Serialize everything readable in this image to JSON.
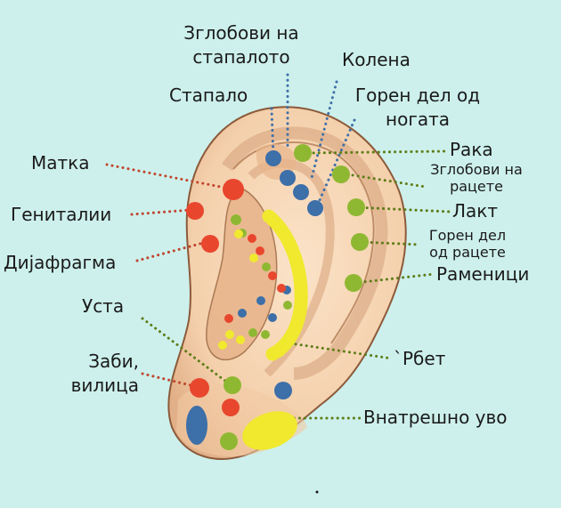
{
  "labels": {
    "toe_joints": [
      "Зглобови на",
      "стапалото"
    ],
    "knee": "Колена",
    "foot": "Стапало",
    "upper_leg": [
      "Горен дел од",
      "ногата"
    ],
    "uterus": "Матка",
    "hand": "Рака",
    "finger_joints": [
      "Зглобови на",
      "рацете"
    ],
    "genitals": "Гениталии",
    "elbow": "Лакт",
    "upper_arm": [
      "Горен дел",
      "од рацете"
    ],
    "diaphragm": "Дијафрагма",
    "shoulders": "Рамениц​и",
    "mouth": "Уста",
    "spine": "`Рбет",
    "teeth_jaw": [
      "Заби,",
      "вилица"
    ],
    "inner_ear": "Внатрешно уво"
  },
  "colors": {
    "background": "#cdf0ec",
    "skin": "#f6d7b5",
    "skin_shadow": "#dca97f",
    "skin_outline": "#8c5a3a",
    "point_red": "#e8472e",
    "point_blue": "#3d6fa8",
    "point_green": "#8fb832",
    "point_yellow": "#f0e92e",
    "dot_red": "#c0442c",
    "dot_blue": "#3d6fa8",
    "dot_green": "#5e7d18"
  }
}
